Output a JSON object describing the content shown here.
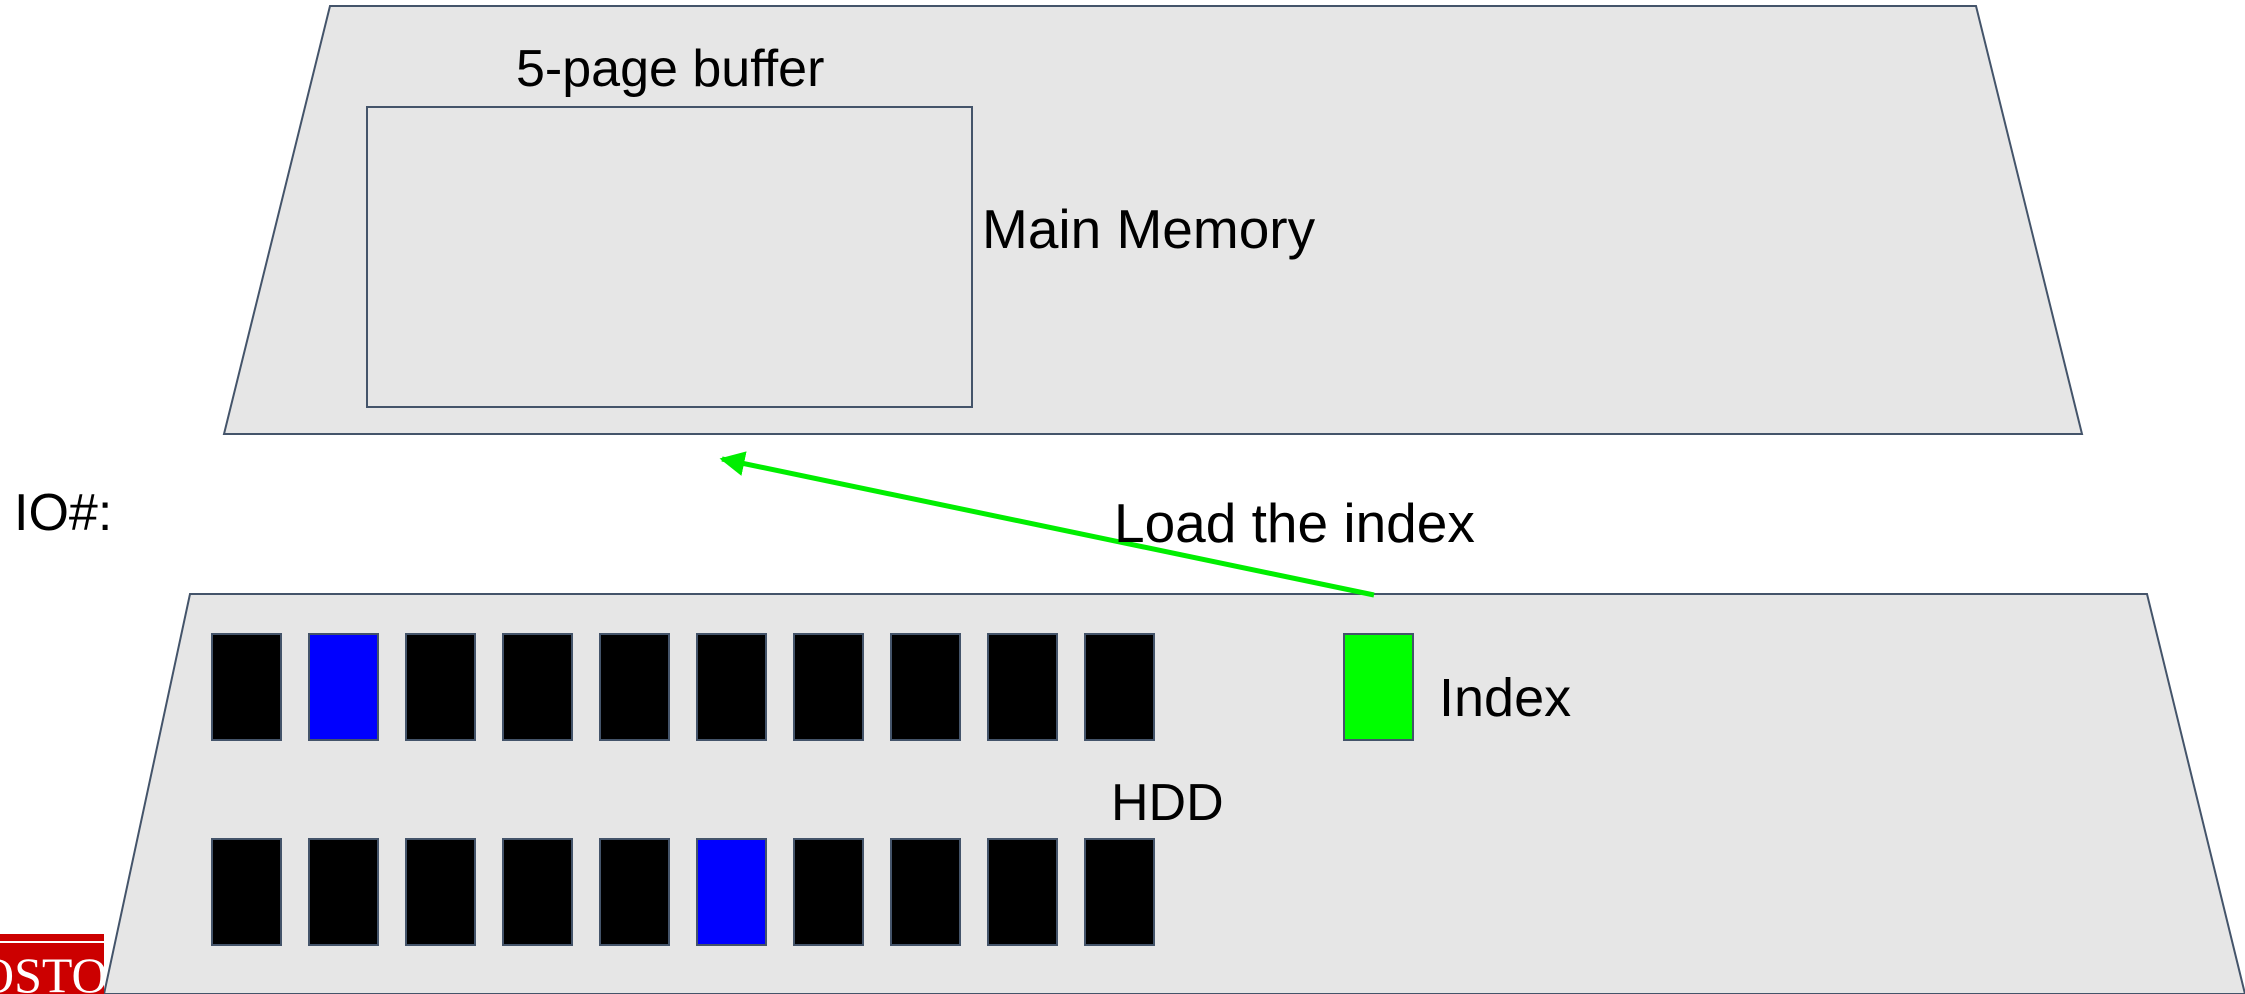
{
  "labels": {
    "buffer": "5-page buffer",
    "main_memory": "Main Memory",
    "io_counter": "IO#:",
    "load_action": "Load the index",
    "index": "Index",
    "hdd": "HDD",
    "logo_fragment": "OSTO"
  },
  "colors": {
    "tray_fill": "#e6e6e6",
    "tray_stroke": "#44546a",
    "page_default": "#000000",
    "page_highlight": "#0000ff",
    "index_page": "#00ff00",
    "arrow": "#00ee00",
    "logo_red": "#cc0000"
  },
  "disk": {
    "rows": [
      {
        "pages": [
          "black",
          "blue",
          "black",
          "black",
          "black",
          "black",
          "black",
          "black",
          "black",
          "black"
        ]
      },
      {
        "pages": [
          "black",
          "black",
          "black",
          "black",
          "black",
          "blue",
          "black",
          "black",
          "black",
          "black"
        ]
      }
    ]
  }
}
